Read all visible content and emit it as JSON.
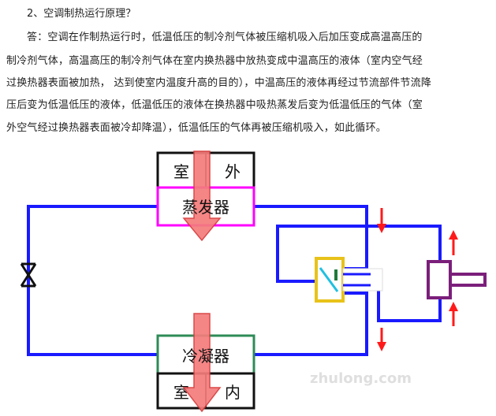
{
  "heading": "2、空调制热运行原理？",
  "paragraph_lines": [
    "答：空调在作制热运行时，低温低压的制冷剂气体被压缩机吸入后加压变成高温高压的",
    "制冷剂气体，高温高压的制冷剂气体在室内换热器中放热变成中温高压的液体（室内空气经",
    "过换热器表面被加热，  达到使室内温度升高的目的），中温高压的液体再经过节流部件节流降",
    "压后变为低温低压的液体，低温低压的液体在换热器中吸热蒸发后变为低温低压的气体（室",
    "外空气经过换热器表面被冷却降温），低温低压的气体再被压缩机吸入，如此循环。"
  ],
  "diagram": {
    "outdoor_left": "室",
    "outdoor_right": "外",
    "evaporator": "蒸发器",
    "condenser": "冷凝器",
    "indoor_left": "室",
    "indoor_right": "内",
    "watermark": "zhulong.com",
    "colors": {
      "pipe": "#1a1aff",
      "evaporator_border": "#ff00ff",
      "condenser_border": "#2e8b57",
      "big_arrow": "#f47c7c",
      "big_arrow_stroke": "#d83a3a",
      "flow_arrow": "#ff1a1a",
      "valve_border": "#e8c21a",
      "valve_line": "#20c0e0",
      "compressor": "#7b1f7b",
      "throttle": "#111111"
    }
  }
}
